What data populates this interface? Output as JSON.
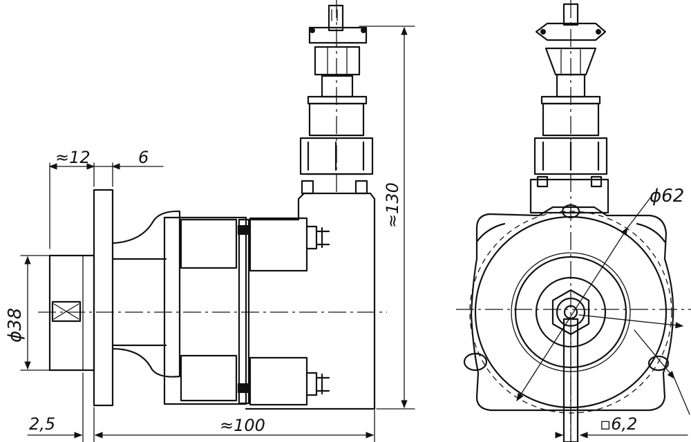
{
  "labels": {
    "dim_12": "≈12",
    "dim_6": "6",
    "dim_38": "ϕ38",
    "dim_2_5": "2,5",
    "dim_100": "≈100",
    "dim_130": "≈130",
    "dim_62": "ϕ62",
    "dim_6_2": "▫6,2"
  }
}
